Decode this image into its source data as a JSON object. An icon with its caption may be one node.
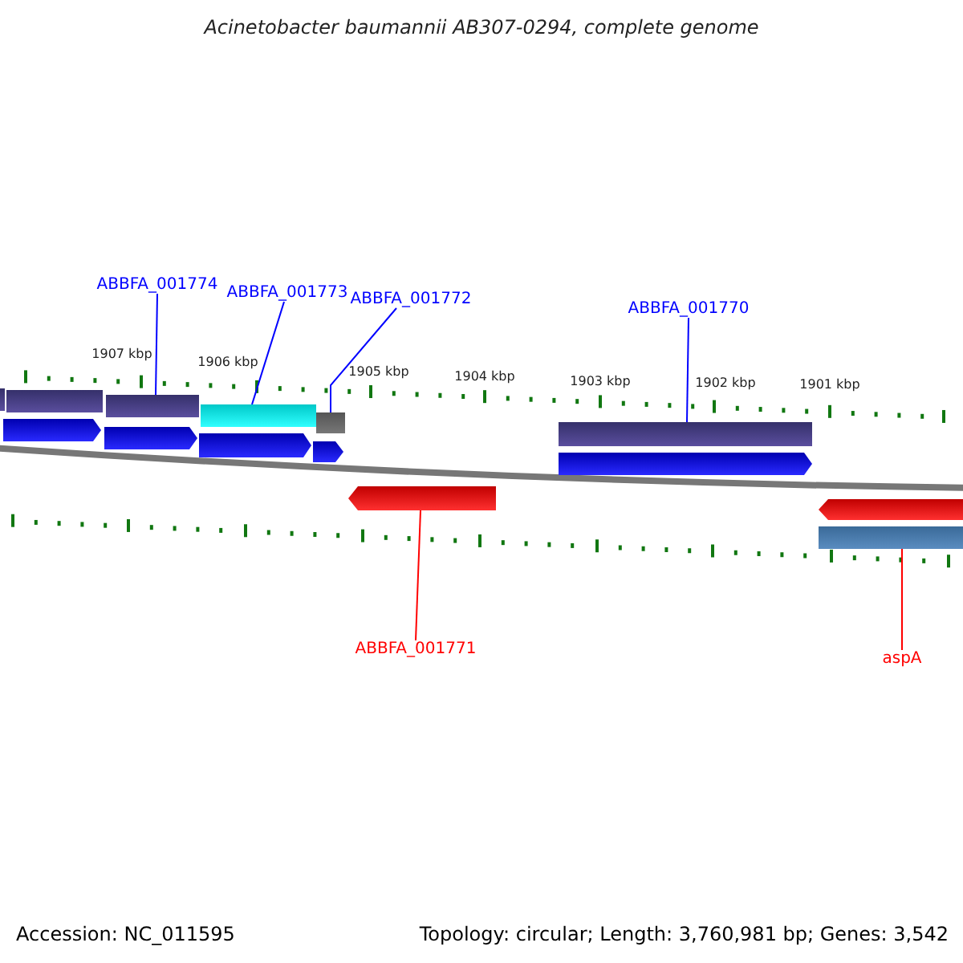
{
  "diagram": {
    "title": "Acinetobacter baumannii AB307-0294, complete genome",
    "nodes": [
      {
        "text": [
          "ABBFA_001774"
        ]
      },
      {
        "text": [
          "ABBFA_001773"
        ]
      },
      {
        "text": [
          "ABBFA_001772"
        ]
      },
      {
        "text": [
          "ABBFA_001770"
        ]
      },
      {
        "text": [],
        "shape": "bar"
      },
      {
        "text": [],
        "shape": "bar"
      },
      {
        "text": [],
        "shape": "bar"
      },
      {
        "text": [],
        "shape": "bar"
      },
      {
        "text": [],
        "shape": "bar"
      },
      {
        "text": [],
        "shape": "bar"
      },
      {
        "text": [],
        "shape": "arrow"
      },
      {
        "text": [],
        "shape": "arrow"
      },
      {
        "text": [],
        "shape": "arrow"
      },
      {
        "text": [],
        "shape": "arrow"
      },
      {
        "text": [],
        "shape": "arrow"
      },
      {
        "text": [],
        "shape": "arrow"
      },
      {
        "text": [],
        "shape": "arrow"
      },
      {
        "text": [],
        "shape": "bar"
      },
      {
        "text": [
          "ABBFA_001771"
        ]
      },
      {
        "text": [
          "aspA"
        ]
      }
    ],
    "edges": [
      {
        "from": 0,
        "to": 6,
        "arrow": "none"
      },
      {
        "from": 1,
        "to": 7,
        "arrow": "none"
      },
      {
        "from": 2,
        "to": 8,
        "arrow": "none"
      },
      {
        "from": 3,
        "to": 9,
        "arrow": "none"
      },
      {
        "from": 18,
        "to": 15,
        "arrow": "none",
        "color": "#ff0000"
      },
      {
        "from": 19,
        "to": 17,
        "arrow": "none",
        "color": "#ff0000"
      }
    ],
    "labels": [
      "1907 kbp",
      "1906 kbp",
      "1905 kbp",
      "1904 kbp",
      "1903 kbp",
      "1902 kbp",
      "1901 kbp",
      "Accession: NC_011595",
      "Topology: circular; Length: 3,760,981 bp; Genes: 3,542"
    ]
  }
}
